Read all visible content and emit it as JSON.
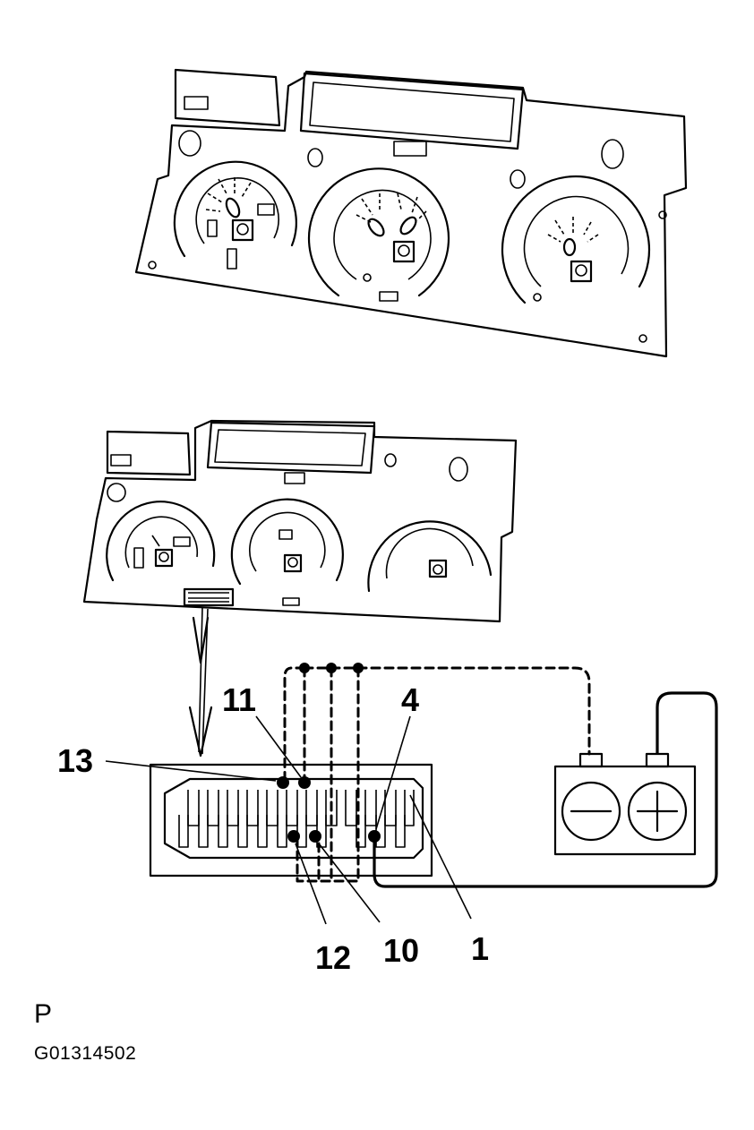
{
  "figure": {
    "view_letter": "P",
    "code": "G01314502"
  },
  "terminals": {
    "t13": "13",
    "t11": "11",
    "t4": "4",
    "t12": "12",
    "t10": "10",
    "t1": "1"
  },
  "icons": {
    "negative_terminal": "minus-symbol",
    "positive_terminal": "plus-symbol",
    "arrow": "down-arrow"
  },
  "colors": {
    "ink": "#000000",
    "background": "#ffffff"
  }
}
